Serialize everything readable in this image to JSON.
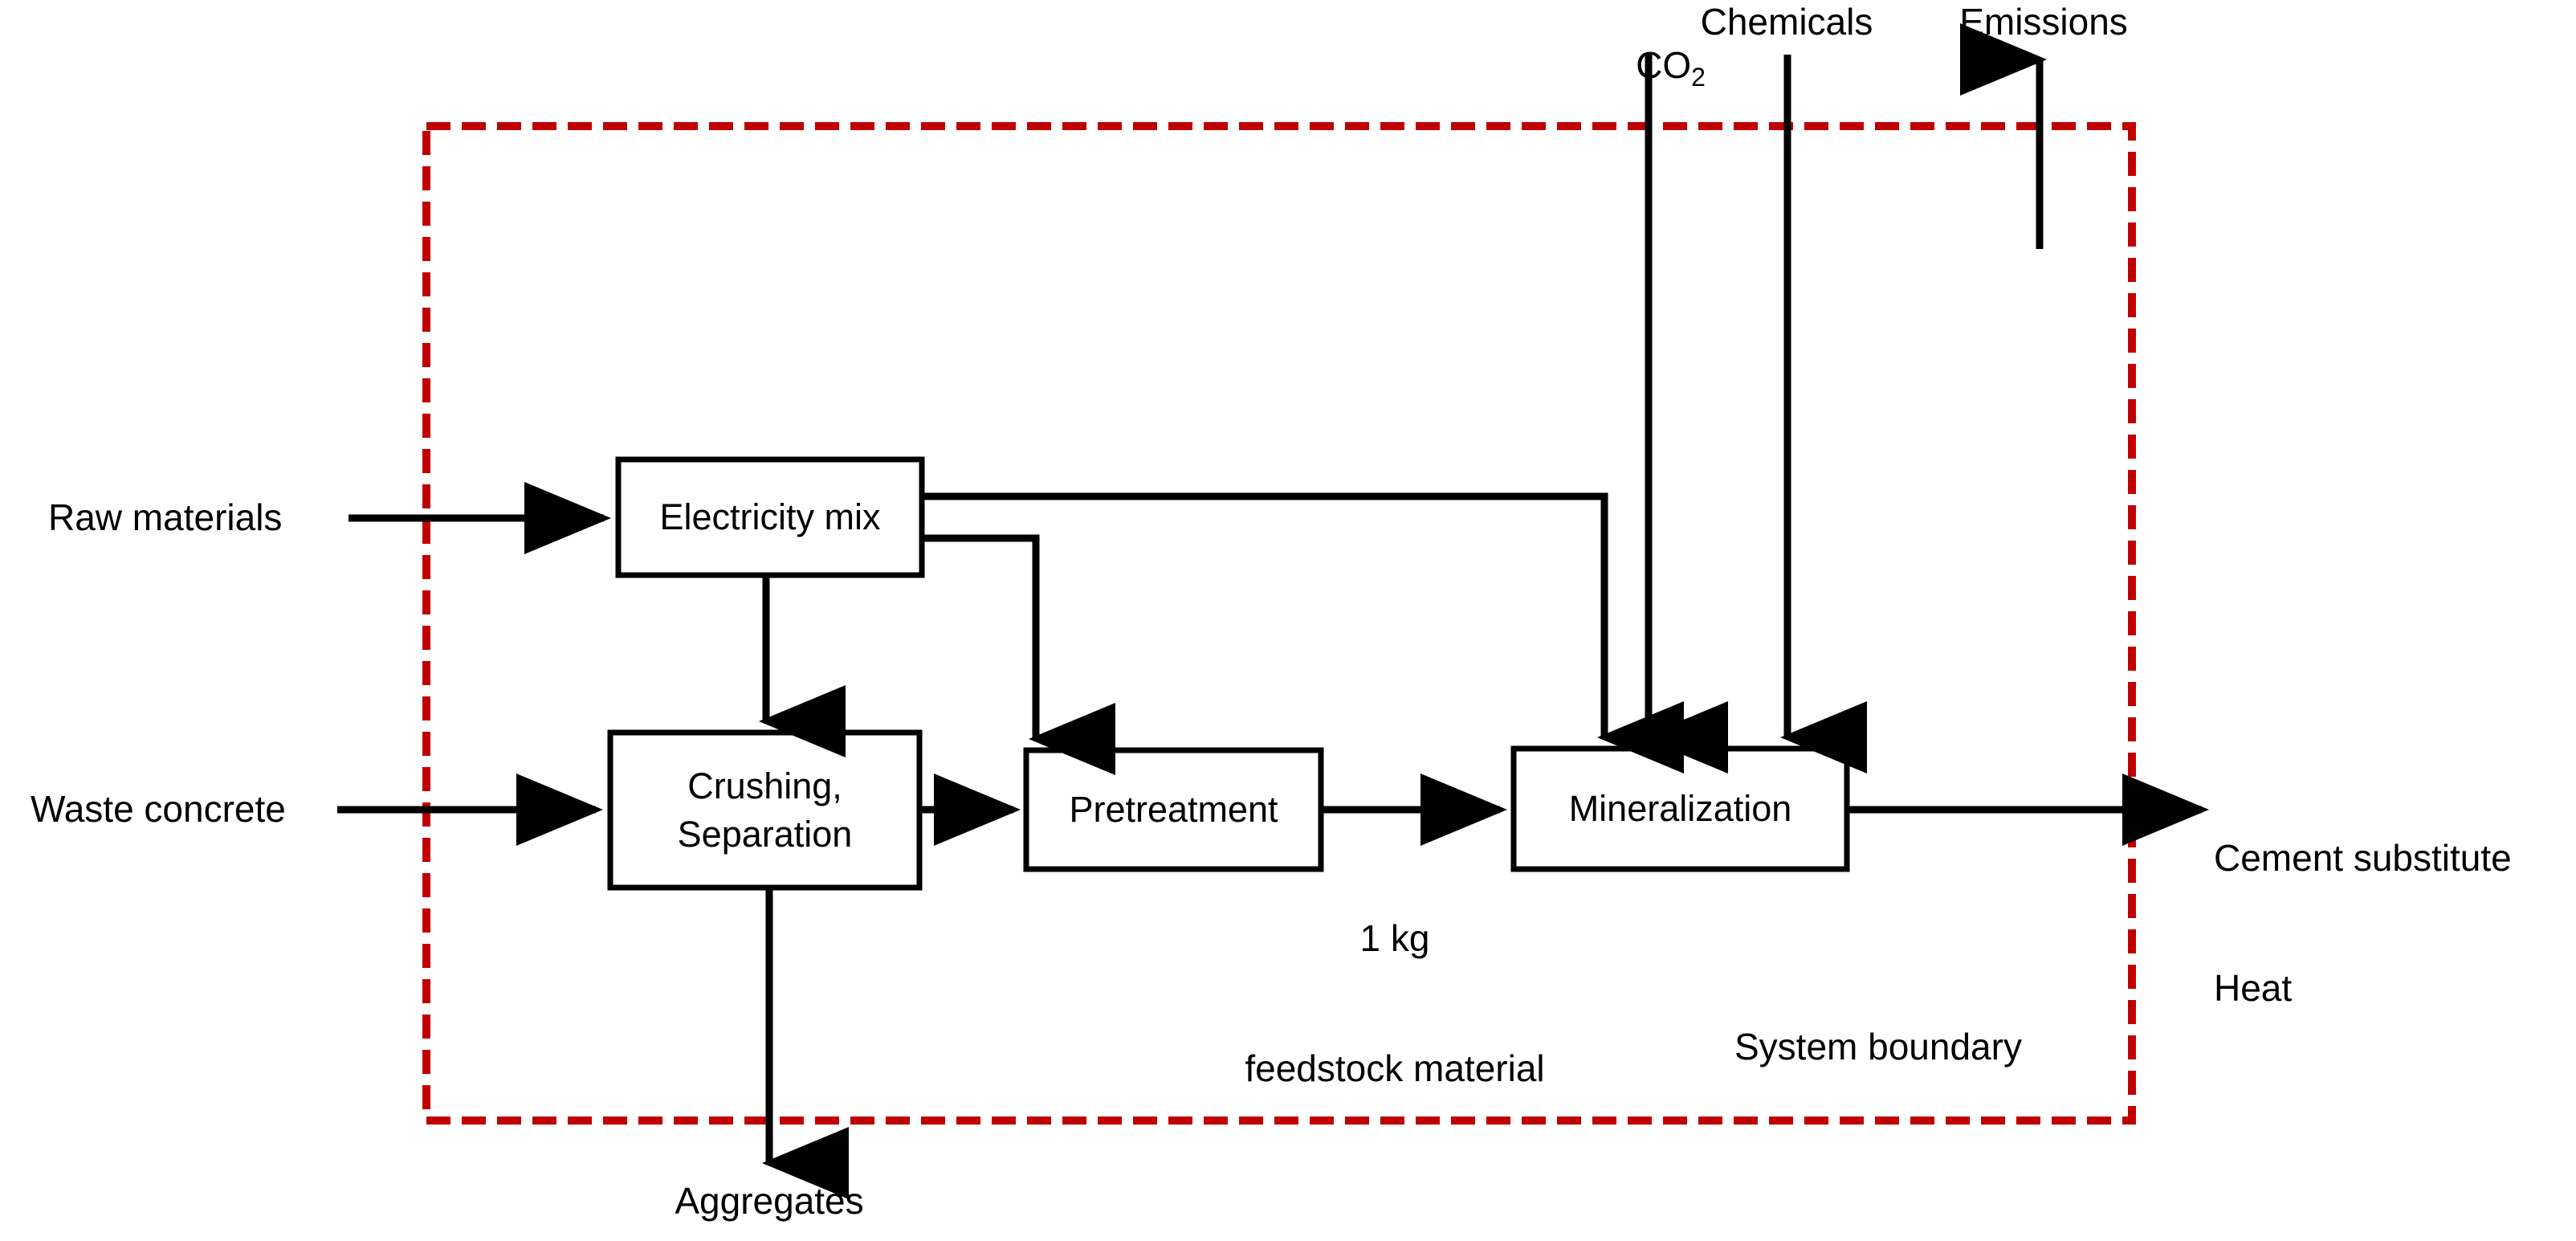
{
  "diagram": {
    "title": "Concrete waste mineralization LCA system boundary flow diagram",
    "colors": {
      "boundary": "#C00000",
      "line": "#000000",
      "background": "#FFFFFF"
    },
    "boundary_label": "System boundary",
    "inputs_left": [
      {
        "id": "raw-materials",
        "label": "Raw materials"
      },
      {
        "id": "waste-concrete",
        "label": "Waste concrete"
      }
    ],
    "inputs_top": [
      {
        "id": "co2",
        "label_main": "CO",
        "label_sub": "2",
        "label_plain": "CO2"
      },
      {
        "id": "chemicals",
        "label_main": "Chemicals",
        "label_sub": "",
        "label_plain": "Chemicals"
      }
    ],
    "outputs_top": [
      {
        "id": "emissions",
        "label": "Emissions"
      }
    ],
    "outputs_right": [
      {
        "id": "cement-substitute",
        "label": "Cement substitute"
      },
      {
        "id": "heat",
        "label": "Heat"
      }
    ],
    "outputs_bottom": [
      {
        "id": "aggregates",
        "label": "Aggregates"
      }
    ],
    "processes": [
      {
        "id": "electricity-mix",
        "lines": [
          "Electricity mix"
        ]
      },
      {
        "id": "crushing-separation",
        "lines": [
          "Crushing,",
          "Separation"
        ]
      },
      {
        "id": "pretreatment",
        "lines": [
          "Pretreatment"
        ]
      },
      {
        "id": "mineralization",
        "lines": [
          "Mineralization"
        ]
      }
    ],
    "flow_annotations": [
      {
        "id": "feedstock-quantity",
        "lines": [
          "1 kg",
          "feedstock material"
        ]
      }
    ]
  }
}
